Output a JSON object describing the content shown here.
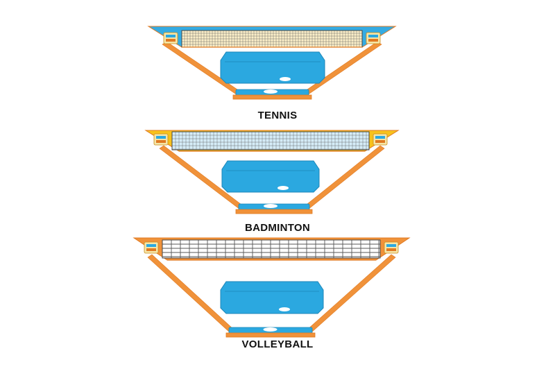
{
  "title": "",
  "colors": {
    "frame_orange": "#F0923A",
    "frame_orange_dark": "#E07A22",
    "base_blue": "#2BA8E0",
    "tennis_banner": "#35ABE2",
    "badminton_banner": "#F7C21C",
    "volleyball_banner": "#F0923A",
    "tennis_mesh": "#FBEFC9",
    "badminton_mesh": "#D5ECF7",
    "volleyball_mesh": "#FFFFFF",
    "text": "#111111"
  },
  "nets": [
    {
      "id": "tennis",
      "label": "TENNIS",
      "banner_color": "tennis_banner",
      "mesh_color": "tennis_mesh",
      "mesh_style": "fine",
      "icon": "badge-icon"
    },
    {
      "id": "badminton",
      "label": "BADMINTON",
      "banner_color": "badminton_banner",
      "mesh_color": "badminton_mesh",
      "mesh_style": "medium",
      "icon": "badge-icon"
    },
    {
      "id": "volleyball",
      "label": "VOLLEYBALL",
      "banner_color": "volleyball_banner",
      "mesh_color": "volleyball_mesh",
      "mesh_style": "large",
      "icon": "badge-icon"
    }
  ]
}
